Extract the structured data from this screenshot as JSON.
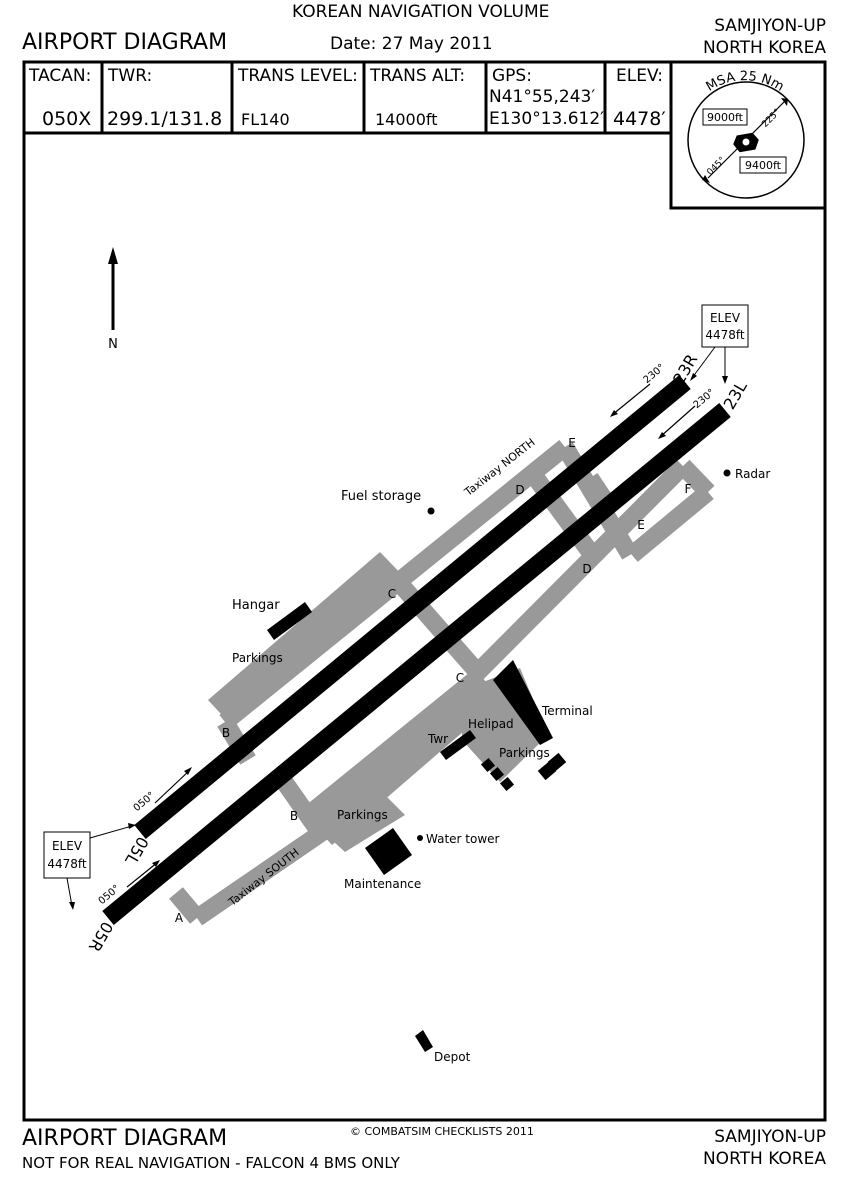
{
  "header": {
    "volume": "KOREAN NAVIGATION VOLUME",
    "title": "AIRPORT DIAGRAM",
    "date": "Date: 27 May 2011",
    "airport": "SAMJIYON-UP",
    "country": "NORTH KOREA"
  },
  "info": {
    "tacan_label": "TACAN:",
    "tacan_value": "050X",
    "twr_label": "TWR:",
    "twr_value": "299.1/131.8",
    "trans_level_label": "TRANS LEVEL:",
    "trans_level_value": "FL140",
    "trans_alt_label": "TRANS ALT:",
    "trans_alt_value": "14000ft",
    "gps_label": "GPS:",
    "gps_lat": "N41°55,243′",
    "gps_lon": "E130°13.612′",
    "elev_label": "ELEV:",
    "elev_value": "4478′"
  },
  "msa": {
    "title": "MSA 25 Nm",
    "sector_a": "9000ft",
    "sector_b": "9400ft",
    "bearing_a": "225°",
    "bearing_b": "045°"
  },
  "diagram": {
    "north": "N",
    "elev_box_label": "ELEV",
    "elev_box_value": "4478ft",
    "rwy_05L": "05L",
    "rwy_05R": "05R",
    "rwy_23R": "23R",
    "rwy_23L": "23L",
    "hdg_050": "050°",
    "hdg_230": "230°",
    "taxi_A": "A",
    "taxi_B": "B",
    "taxi_C": "C",
    "taxi_D": "D",
    "taxi_E": "E",
    "taxi_F": "F",
    "taxiway_north": "Taxiway NORTH",
    "taxiway_south": "Taxiway SOUTH",
    "fuel_storage": "Fuel storage",
    "radar": "Radar",
    "hangar": "Hangar",
    "parkings": "Parkings",
    "terminal": "Terminal",
    "helipad": "Helipad",
    "twr": "Twr",
    "water_tower": "Water tower",
    "maintenance": "Maintenance",
    "depot": "Depot"
  },
  "footer": {
    "title": "AIRPORT DIAGRAM",
    "copyright": "© COMBATSIM CHECKLISTS 2011",
    "disclaimer": "NOT FOR REAL NAVIGATION - FALCON 4 BMS ONLY",
    "airport": "SAMJIYON-UP",
    "country": "NORTH KOREA"
  }
}
